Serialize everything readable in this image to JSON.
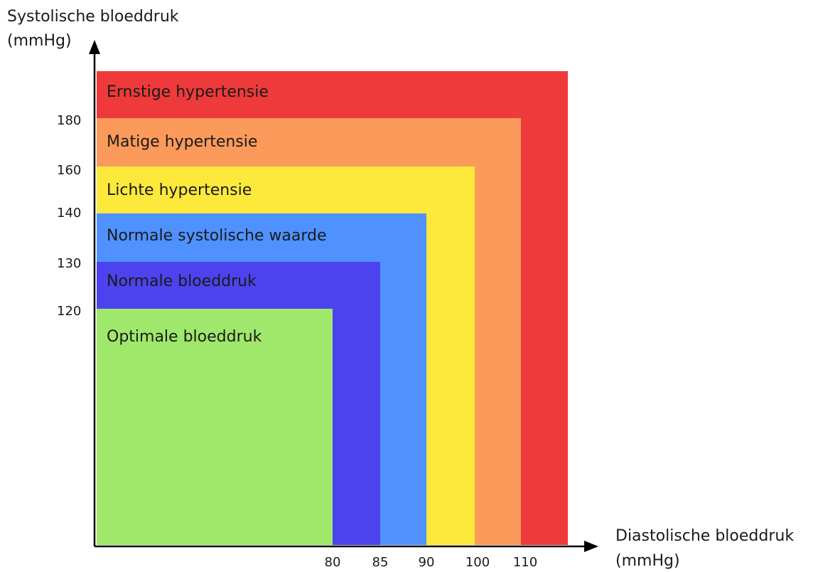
{
  "chart_data": {
    "type": "area",
    "title": "",
    "ylabel_line1": "Systolische bloeddruk",
    "ylabel_line2": "(mmHg)",
    "xlabel_line1": "Diastolische bloeddruk",
    "xlabel_line2": "(mmHg)",
    "y_ticks": [
      "120",
      "130",
      "140",
      "160",
      "180"
    ],
    "x_ticks": [
      "80",
      "85",
      "90",
      "100",
      "110"
    ],
    "zones": [
      {
        "name": "Ernstige hypertensie",
        "systolic_min": 180,
        "diastolic_min": 110,
        "color": "#ee3a3a"
      },
      {
        "name": "Matige hypertensie",
        "systolic_max": 180,
        "diastolic_max": 110,
        "color": "#fb9a5a"
      },
      {
        "name": "Lichte hypertensie",
        "systolic_max": 160,
        "diastolic_max": 100,
        "color": "#fde93c"
      },
      {
        "name": "Normale systolische waarde",
        "systolic_max": 140,
        "diastolic_max": 90,
        "color": "#4f92ff"
      },
      {
        "name": "Normale bloeddruk",
        "systolic_max": 130,
        "diastolic_max": 85,
        "color": "#4d43ee"
      },
      {
        "name": "Optimale bloeddruk",
        "systolic_max": 120,
        "diastolic_max": 80,
        "color": "#9fe86b"
      }
    ]
  }
}
